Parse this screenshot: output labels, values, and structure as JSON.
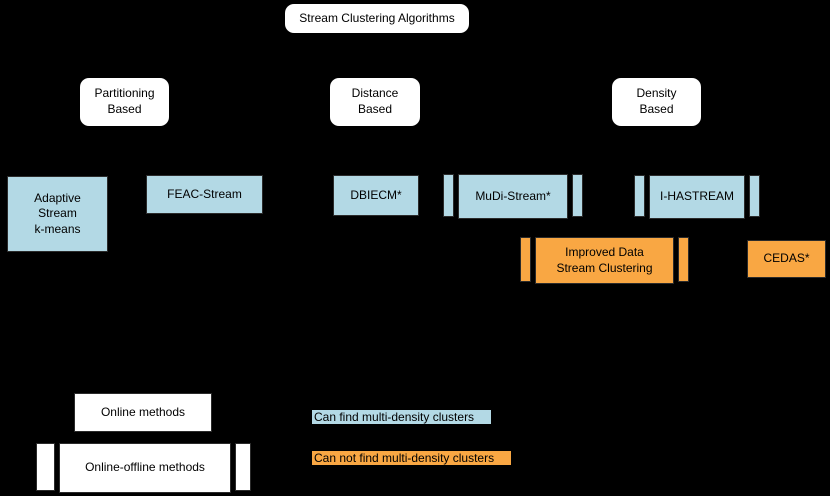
{
  "root_label": "Stream Clustering Algorithms",
  "categories": [
    {
      "line1": "Partitioning",
      "line2": "Based"
    },
    {
      "line1": "Distance",
      "line2": "Based"
    },
    {
      "line1": "Density",
      "line2": "Based"
    }
  ],
  "nodes": {
    "adaptive": {
      "line1": "Adaptive",
      "line2": "Stream",
      "line3": "k-means"
    },
    "feac": {
      "label": "FEAC-Stream"
    },
    "dbiecm": {
      "label": "DBIECM*"
    },
    "mudi": {
      "label": "MuDi-Stream*"
    },
    "ihastream": {
      "label": "I-HASTREAM"
    },
    "improved": {
      "line1": "Improved Data",
      "line2": "Stream Clustering"
    },
    "cedas": {
      "label": "CEDAS*"
    }
  },
  "legend": {
    "online": "Online methods",
    "online_offline": "Online-offline methods",
    "can_find": "Can find multi-density clusters",
    "can_not_find": "Can not find multi-density clusters"
  },
  "colors": {
    "background": "#000000",
    "multi_density_blue": "#B3D9E5",
    "not_multi_density_orange": "#F9A743",
    "box_white": "#FFFFFF"
  }
}
